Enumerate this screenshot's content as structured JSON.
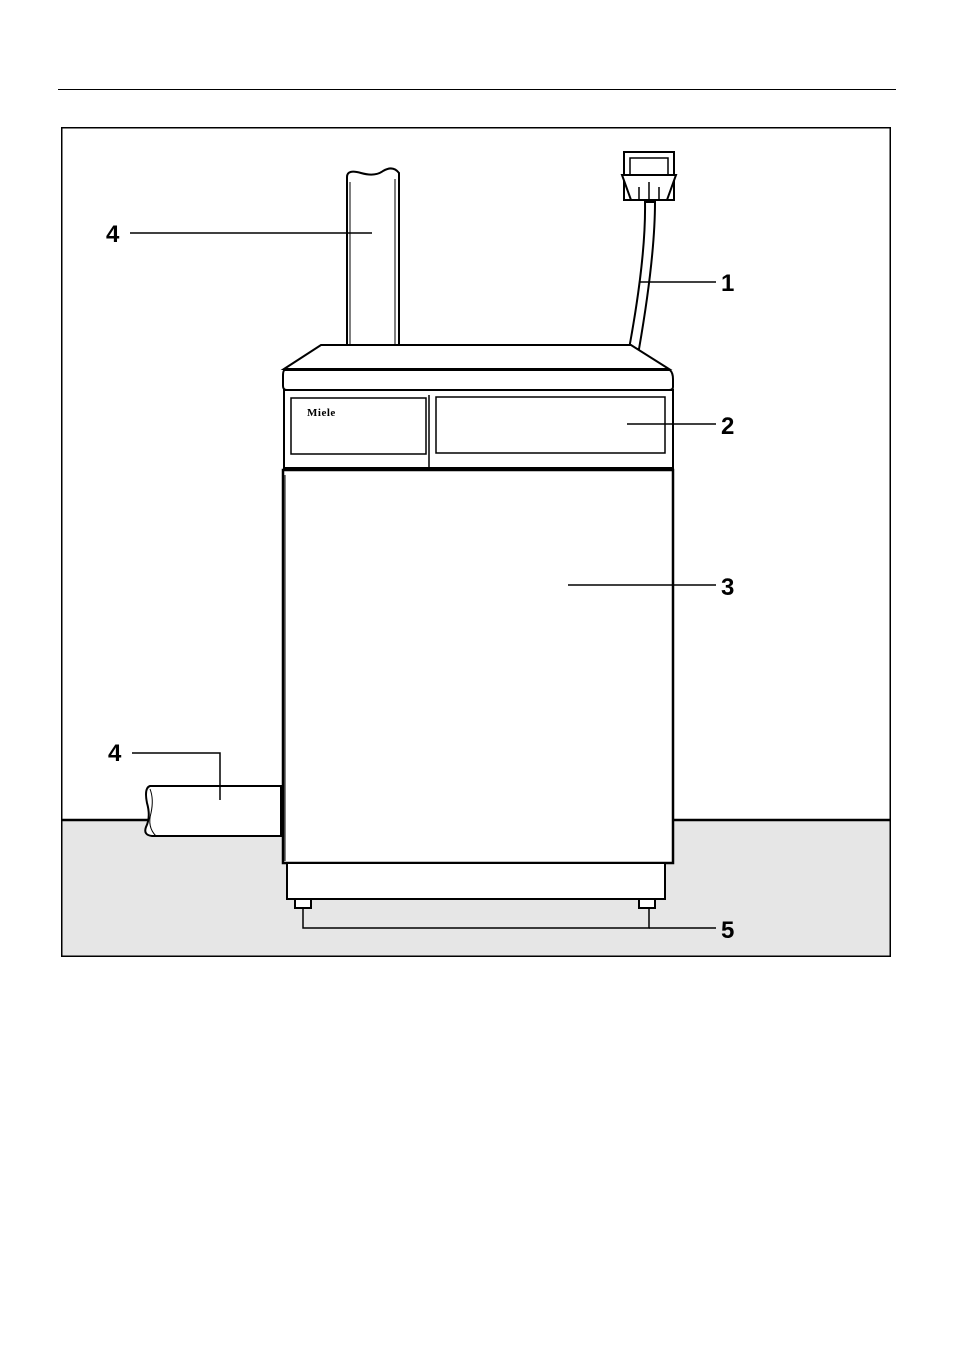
{
  "figure": {
    "brand_logo": "Miele",
    "callouts": [
      {
        "id": "callout-1",
        "label": "1"
      },
      {
        "id": "callout-2",
        "label": "2"
      },
      {
        "id": "callout-3",
        "label": "3"
      },
      {
        "id": "callout-4a",
        "label": "4"
      },
      {
        "id": "callout-4b",
        "label": "4"
      },
      {
        "id": "callout-5",
        "label": "5"
      }
    ]
  },
  "colors": {
    "line": "#000000",
    "floor": "#e6e6e6",
    "background": "#ffffff"
  }
}
